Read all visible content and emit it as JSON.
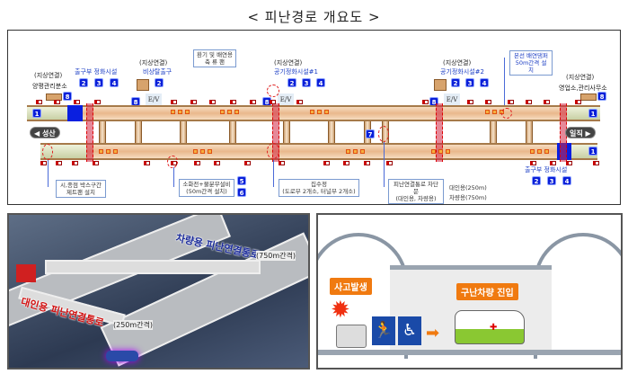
{
  "title": "< 피난경로 개요도 >",
  "diagram": {
    "ground_link": "(지상연결)",
    "yangpyeong_office": "양평관리분소",
    "exit_purification_top": "출구부 정화시설",
    "emergency_exit": "비상탈출구",
    "fan_box": [
      "환기 및 배연용",
      "축 류 팬"
    ],
    "air_purification_1": "공기정화시설#1",
    "air_purification_2": "공기정화시설#2",
    "damper_box": [
      "본선 배연댐퍼",
      "50m간격 설치"
    ],
    "sales_office": "영업소,관리사무소",
    "ev": "E/V",
    "dir_left": "성산",
    "dir_right": "일직",
    "jetfan_box": [
      "시,종점 박스구간",
      "제트팬 설치"
    ],
    "hydrant_box": [
      "소화전+물분무설비",
      "(50m간격 설치)"
    ],
    "sump_box": [
      "집수정",
      "(도로부 2개소, 터널부 2개소)"
    ],
    "door_box": [
      "피난연결통로 차단문",
      "(대인용, 차량용)"
    ],
    "spacing_person": "대인용(250m)",
    "spacing_vehicle": "차량용(750m)",
    "exit_purification_bottom": "출구부 정화시설",
    "badges": {
      "b1": "1",
      "b2": "2",
      "b3": "3",
      "b4": "4",
      "b5": "5",
      "b6": "6",
      "b7": "7",
      "b8": "8"
    }
  },
  "photo_left": {
    "vehicle_passage": "차량용 피난연결통로",
    "person_passage": "대인용 피난연결통로",
    "spacing_750": "(750m간격)",
    "spacing_250": "(250m간격)"
  },
  "photo_right": {
    "accident": "사고발생",
    "rescue": "구난차량 진입"
  }
}
